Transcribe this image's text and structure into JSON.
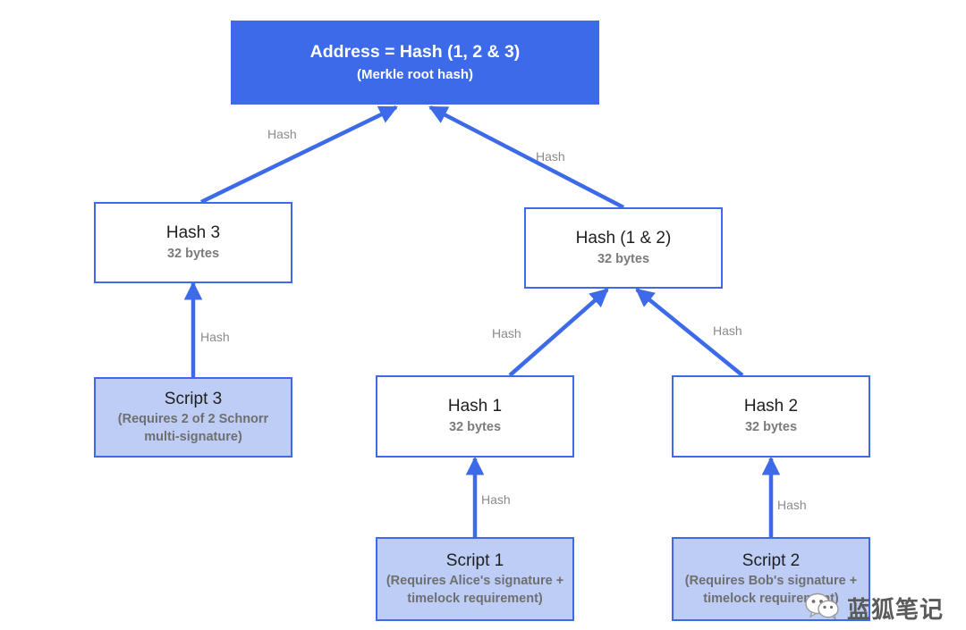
{
  "diagram": {
    "type": "merkle-tree",
    "colors": {
      "accent_blue": "#3d6ae8",
      "root_fill": "#3d6ae8",
      "script_fill": "#bdcdf5",
      "hash_fill": "#ffffff",
      "label_gray": "#8a8a8a",
      "sub_gray": "#7b7b7b",
      "background": "#ffffff"
    },
    "nodes": [
      {
        "id": "root",
        "title": "Address = Hash (1, 2 & 3)",
        "sub": "(Merkle root hash)"
      },
      {
        "id": "hash3",
        "title": "Hash 3",
        "sub": "32 bytes"
      },
      {
        "id": "hash12",
        "title": "Hash (1 & 2)",
        "sub": "32 bytes"
      },
      {
        "id": "script3",
        "title": "Script 3",
        "sub": "(Requires 2 of 2 Schnorr multi-signature)"
      },
      {
        "id": "hash1",
        "title": "Hash 1",
        "sub": "32 bytes"
      },
      {
        "id": "hash2",
        "title": "Hash 2",
        "sub": "32 bytes"
      },
      {
        "id": "script1",
        "title": "Script 1",
        "sub": "(Requires Alice's signature + timelock requirement)"
      },
      {
        "id": "script2",
        "title": "Script 2",
        "sub": "(Requires Bob's signature + timelock requirement)"
      }
    ],
    "edges": [
      {
        "id": "e-hash3-root",
        "from": "hash3",
        "to": "root",
        "label": "Hash"
      },
      {
        "id": "e-hash12-root",
        "from": "hash12",
        "to": "root",
        "label": "Hash"
      },
      {
        "id": "e-script3-hash3",
        "from": "script3",
        "to": "hash3",
        "label": "Hash"
      },
      {
        "id": "e-hash1-hash12",
        "from": "hash1",
        "to": "hash12",
        "label": "Hash"
      },
      {
        "id": "e-hash2-hash12",
        "from": "hash2",
        "to": "hash12",
        "label": "Hash"
      },
      {
        "id": "e-script1-hash1",
        "from": "script1",
        "to": "hash1",
        "label": "Hash"
      },
      {
        "id": "e-script2-hash2",
        "from": "script2",
        "to": "hash2",
        "label": "Hash"
      }
    ]
  },
  "watermark": {
    "text": "蓝狐笔记",
    "icon": "wechat-icon"
  }
}
